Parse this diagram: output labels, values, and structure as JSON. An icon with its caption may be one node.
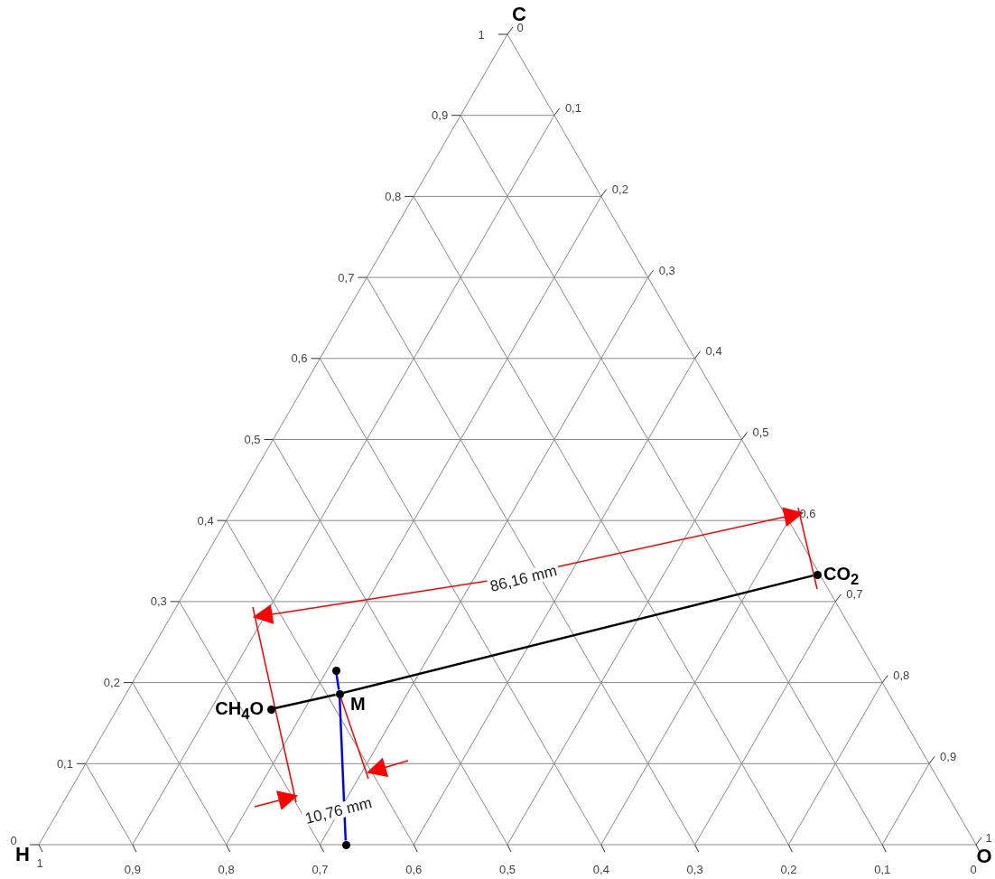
{
  "diagram": {
    "nodes": [
      {
        "text": [],
        "shape": "circle",
        "beside": [
          "CH$_{4}$O"
        ]
      },
      {
        "text": [],
        "shape": "circle",
        "beside": [
          "M"
        ]
      },
      {
        "text": [],
        "shape": "circle",
        "beside": [
          "CO$_{2}$"
        ]
      },
      {
        "text": [],
        "shape": "circle"
      },
      {
        "text": [],
        "shape": "circle"
      }
    ],
    "edges": [
      {
        "from": 0,
        "to": 1,
        "arrow": "none"
      },
      {
        "from": 1,
        "to": 2,
        "arrow": "none"
      },
      {
        "from": 3,
        "to": 1,
        "arrow": "none",
        "color": "#0000ff"
      },
      {
        "from": 1,
        "to": 4,
        "arrow": "none",
        "color": "#0000ff"
      }
    ],
    "labels": [
      "C",
      "1",
      "0",
      "0,9",
      "0,1",
      "0,8",
      "0,2",
      "0,7",
      "0,3",
      "0,6",
      "0,4",
      "0,5",
      "0,5",
      "0,4",
      "0,6",
      "86,16 mm",
      "0,3",
      "0,7",
      "0,2",
      "0,8",
      "0,1",
      "0,9",
      "10,76 mm",
      "0",
      "1",
      "H",
      "1",
      "0,9",
      "0,8",
      "0,7",
      "0,6",
      "0,5",
      "0,4",
      "0,3",
      "0,2",
      "0,1",
      "0",
      "O"
    ]
  }
}
